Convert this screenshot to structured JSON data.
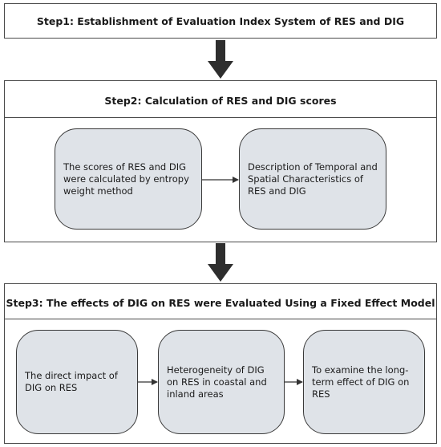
{
  "step1": {
    "title": "Step1:  Establishment of Evaluation Index System of RES and DIG"
  },
  "step2": {
    "title": "Step2:  Calculation of RES and DIG scores",
    "nodes": [
      "The scores of RES and DIG were calculated by entropy weight method",
      "Description of Temporal and Spatial Characteristics of RES and DIG"
    ]
  },
  "step3": {
    "title": "Step3:  The effects of DIG on RES were Evaluated Using a Fixed Effect Model",
    "nodes": [
      "The direct impact of DIG on RES",
      "Heterogeneity of DIG on RES in coastal and inland areas",
      "To examine the long-term effect of DIG on RES"
    ]
  },
  "colors": {
    "node_fill": "#dfe3e8",
    "border": "#4a4a4a",
    "arrow": "#333333"
  }
}
